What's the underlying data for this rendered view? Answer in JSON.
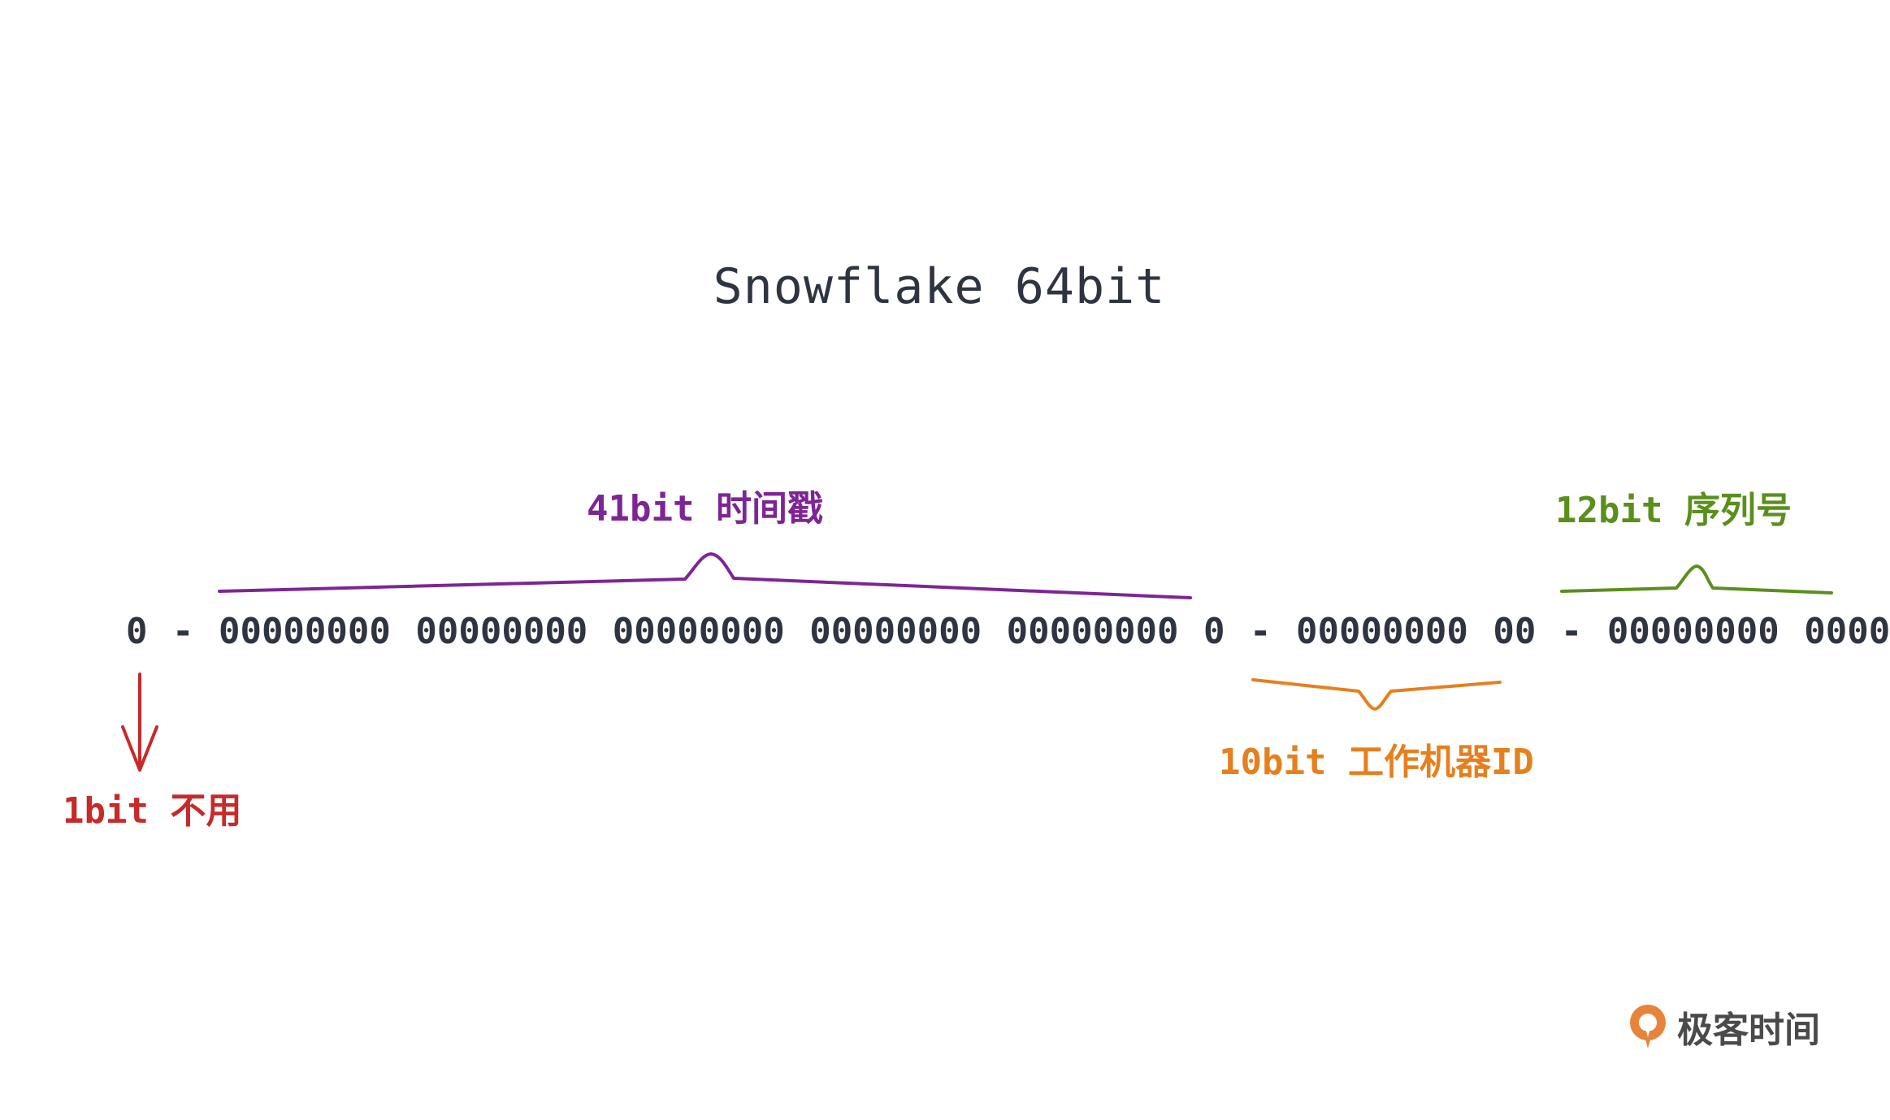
{
  "title": "Snowflake 64bit",
  "bits_line": "0 - 00000000 00000000 00000000 00000000 00000000 0 - 00000000 00 - 00000000 0000",
  "segments": {
    "timestamp": {
      "label": "41bit 时间戳",
      "color": "#7e2595"
    },
    "sequence": {
      "label": "12bit 序列号",
      "color": "#5a8f1c"
    },
    "worker": {
      "label": "10bit 工作机器ID",
      "color": "#e5801e"
    },
    "sign": {
      "label": "1bit 不用",
      "color": "#c62a2a"
    }
  },
  "logo": {
    "text": "极客时间",
    "icon": "geektime-logo-icon"
  }
}
